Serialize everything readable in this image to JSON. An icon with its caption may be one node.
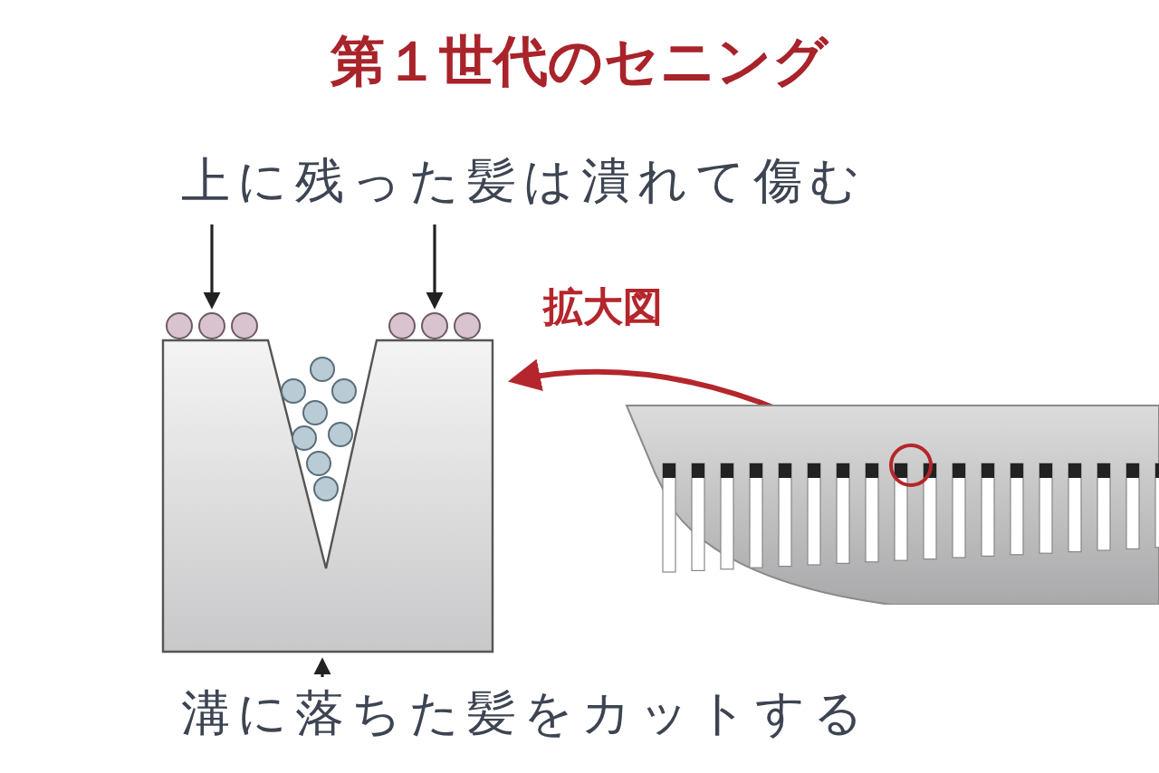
{
  "diagram": {
    "title": "第１世代のセニング",
    "nodes": [
      {
        "text": [
          "上に残った髪は潰れて傷む"
        ]
      },
      {
        "text": [],
        "shape": "circle"
      },
      {
        "text": [],
        "shape": "circle"
      },
      {
        "text": [],
        "shape": "picture"
      },
      {
        "text": [],
        "shape": "picture"
      },
      {
        "text": [],
        "shape": "circle",
        "in": 4
      },
      {
        "text": [
          "溝に落ちた髪をカットする"
        ]
      }
    ],
    "edges": [
      {
        "from": 0,
        "to": 1,
        "arrow": "to"
      },
      {
        "from": 0,
        "to": 2,
        "arrow": "to"
      },
      {
        "from": 5,
        "to": 3,
        "arrow": "to",
        "label": "拡大図",
        "color": "#b4262c"
      },
      {
        "from": 6,
        "to": 3,
        "arrow": "to"
      }
    ]
  }
}
